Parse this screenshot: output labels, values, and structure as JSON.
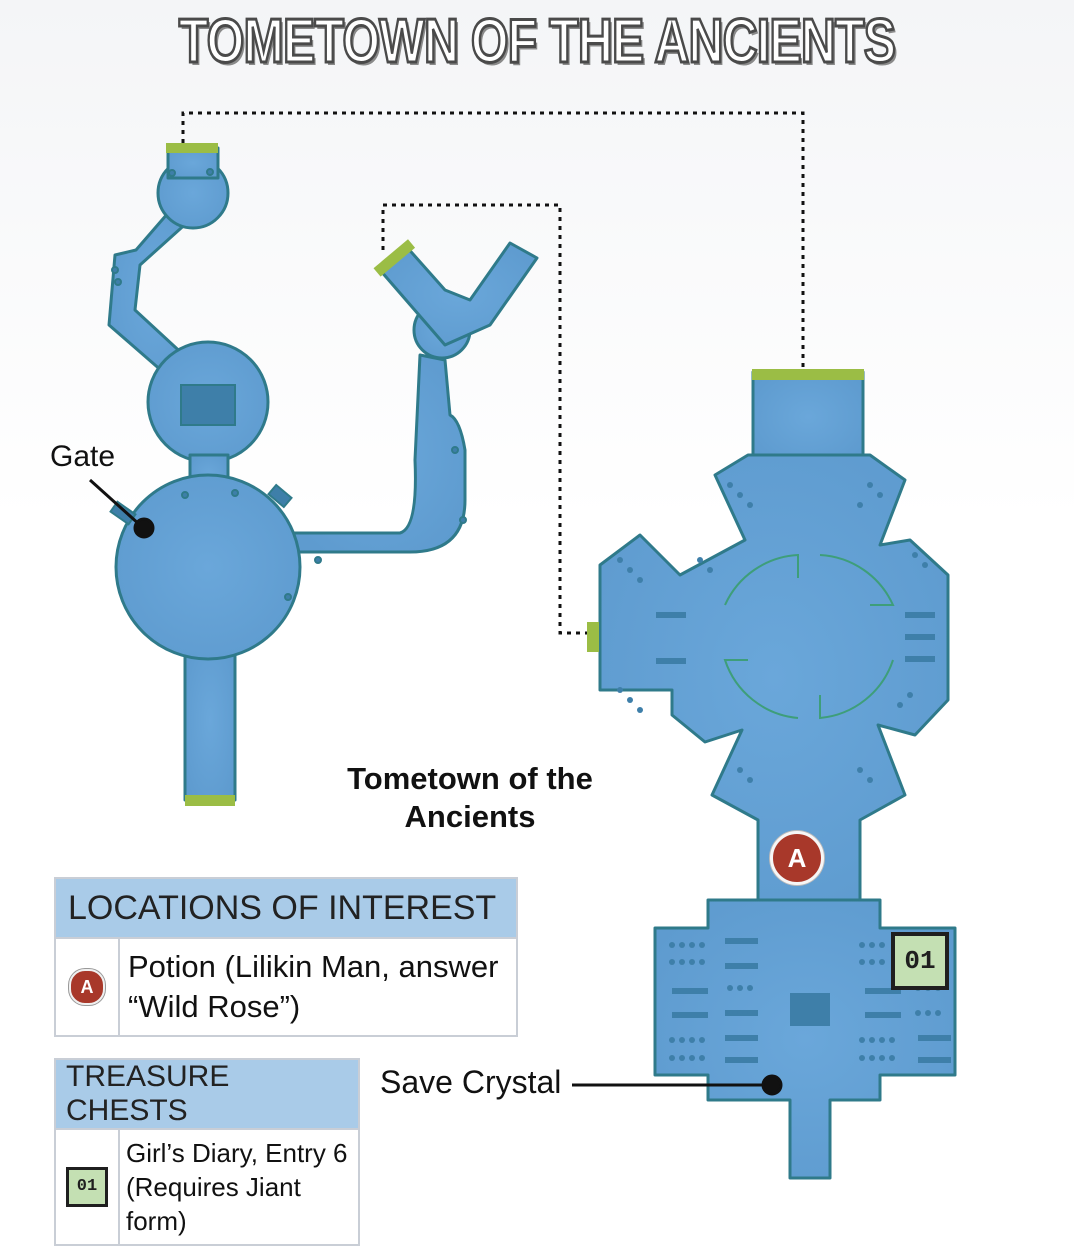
{
  "map": {
    "title": "TOMETOWN OF THE ANCIENTS",
    "area_name": "Tometown of the Ancients",
    "labels": {
      "gate": "Gate",
      "save_crystal": "Save Crystal"
    },
    "markers": {
      "location_a": "A",
      "chest_01": "01"
    },
    "colors": {
      "floor": "#65a2d6",
      "wall": "#2f7a8a",
      "exit": "#9bbd45",
      "marker_red": "#a8382a",
      "chest_green": "#c4e0b3"
    }
  },
  "legend": {
    "locations": {
      "header": "LOCATIONS OF INTEREST",
      "items": [
        {
          "icon": "A",
          "text": "Potion (Lilikin Man, answer “Wild Rose”)"
        }
      ]
    },
    "treasure": {
      "header": "TREASURE CHESTS",
      "items": [
        {
          "icon": "01",
          "text": "Girl’s Diary, Entry 6 (Requires Jiant form)"
        }
      ]
    }
  }
}
